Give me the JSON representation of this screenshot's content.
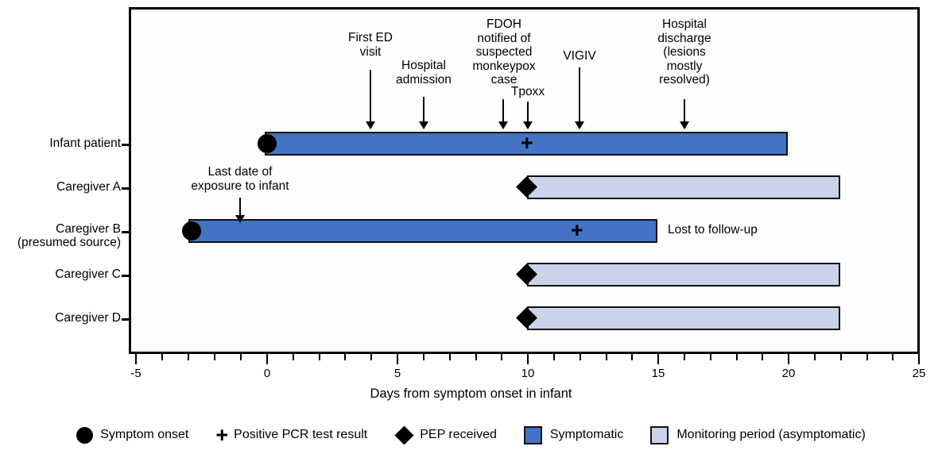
{
  "chart_data": {
    "type": "bar",
    "subtype": "gantt-timeline",
    "title": "",
    "xlabel": "Days from symptom onset in infant",
    "ylabel": "",
    "xlim": [
      -5,
      25
    ],
    "xticks": [
      -5,
      0,
      5,
      10,
      15,
      20,
      25
    ],
    "xticklabels": [
      "-5",
      "0",
      "5",
      "10",
      "15",
      "20",
      "25"
    ],
    "minor_tick_interval": 1,
    "grid": false,
    "categories": [
      "Infant patient",
      "Caregiver A",
      "Caregiver B\n(presumed source)",
      "Caregiver C",
      "Caregiver D"
    ],
    "bars": [
      {
        "category": "Infant patient",
        "start": 0,
        "end": 20,
        "series": "Symptomatic",
        "color": "#4472c4"
      },
      {
        "category": "Caregiver A",
        "start": 10,
        "end": 22,
        "series": "Monitoring period (asymptomatic)",
        "color": "#c9d3ea"
      },
      {
        "category": "Caregiver B (presumed source)",
        "start": -3,
        "end": 15,
        "series": "Symptomatic",
        "color": "#4472c4"
      },
      {
        "category": "Caregiver C",
        "start": 10,
        "end": 22,
        "series": "Monitoring period (asymptomatic)",
        "color": "#c9d3ea"
      },
      {
        "category": "Caregiver D",
        "start": 10,
        "end": 22,
        "series": "Monitoring period (asymptomatic)",
        "color": "#c9d3ea"
      }
    ],
    "markers": [
      {
        "category": "Infant patient",
        "x": 0,
        "type": "Symptom onset",
        "glyph": "circle"
      },
      {
        "category": "Infant patient",
        "x": 10,
        "type": "Positive PCR test result",
        "glyph": "plus"
      },
      {
        "category": "Caregiver A",
        "x": 10,
        "type": "PEP received",
        "glyph": "diamond"
      },
      {
        "category": "Caregiver B (presumed source)",
        "x": -3,
        "type": "Symptom onset",
        "glyph": "circle"
      },
      {
        "category": "Caregiver B (presumed source)",
        "x": 12,
        "type": "Positive PCR test result",
        "glyph": "plus"
      },
      {
        "category": "Caregiver C",
        "x": 10,
        "type": "PEP received",
        "glyph": "diamond"
      },
      {
        "category": "Caregiver D",
        "x": 10,
        "type": "PEP received",
        "glyph": "diamond"
      }
    ],
    "annotations": [
      {
        "text": "First ED\nvisit",
        "x": 4,
        "target": "Infant patient"
      },
      {
        "text": "Hospital\nadmission",
        "x": 6,
        "target": "Infant patient"
      },
      {
        "text": "FDOH\nnotified of\nsuspected\nmonkeypox\ncase",
        "x": 9,
        "target": "Infant patient"
      },
      {
        "text": "Tpoxx",
        "x": 10,
        "target": "Infant patient"
      },
      {
        "text": "VIGIV",
        "x": 12,
        "target": "Infant patient"
      },
      {
        "text": "Hospital\ndischarge\n(lesions\nmostly\nresolved)",
        "x": 16,
        "target": "Infant patient"
      },
      {
        "text": "Last date of\nexposure to infant",
        "x": -1,
        "target": "Caregiver B (presumed source)"
      },
      {
        "text": "Lost to follow-up",
        "x": 15.5,
        "target": "Caregiver B (presumed source)",
        "style": "inline-right"
      }
    ],
    "legend": {
      "position": "bottom",
      "entries": [
        {
          "label": "Symptom onset",
          "glyph": "circle",
          "color": "#000000"
        },
        {
          "label": "Positive PCR test result",
          "glyph": "plus",
          "color": "#000000"
        },
        {
          "label": "PEP received",
          "glyph": "diamond",
          "color": "#000000"
        },
        {
          "label": "Symptomatic",
          "glyph": "square",
          "color": "#4472c4"
        },
        {
          "label": "Monitoring period (asymptomatic)",
          "glyph": "square",
          "color": "#c9d3ea"
        }
      ]
    }
  },
  "axis": {
    "title": "Days from symptom onset in infant",
    "tick_labels": [
      "-5",
      "0",
      "5",
      "10",
      "15",
      "20",
      "25"
    ]
  },
  "rows": {
    "infant": "Infant patient",
    "caregiver_a": "Caregiver A",
    "caregiver_b_line1": "Caregiver B",
    "caregiver_b_line2": "(presumed source)",
    "caregiver_c": "Caregiver C",
    "caregiver_d": "Caregiver D"
  },
  "annotations": {
    "first_ed_visit": "First ED\nvisit",
    "hospital_admission": "Hospital\nadmission",
    "fdoh_notified": "FDOH\nnotified of\nsuspected\nmonkeypox\ncase",
    "tpoxx": "Tpoxx",
    "vigiv": "VIGIV",
    "hospital_discharge": "Hospital\ndischarge\n(lesions\nmostly\nresolved)",
    "last_exposure": "Last date of\nexposure to infant",
    "lost_to_followup": "Lost to follow-up"
  },
  "legend": {
    "symptom_onset": "Symptom onset",
    "positive_pcr": "Positive PCR test result",
    "pep_received": "PEP received",
    "symptomatic": "Symptomatic",
    "monitoring": "Monitoring period (asymptomatic)",
    "plus_glyph": "+"
  },
  "colors": {
    "symptomatic": "#4472c4",
    "monitoring": "#c9d3ea",
    "outline": "#111111",
    "marker": "#000000"
  }
}
